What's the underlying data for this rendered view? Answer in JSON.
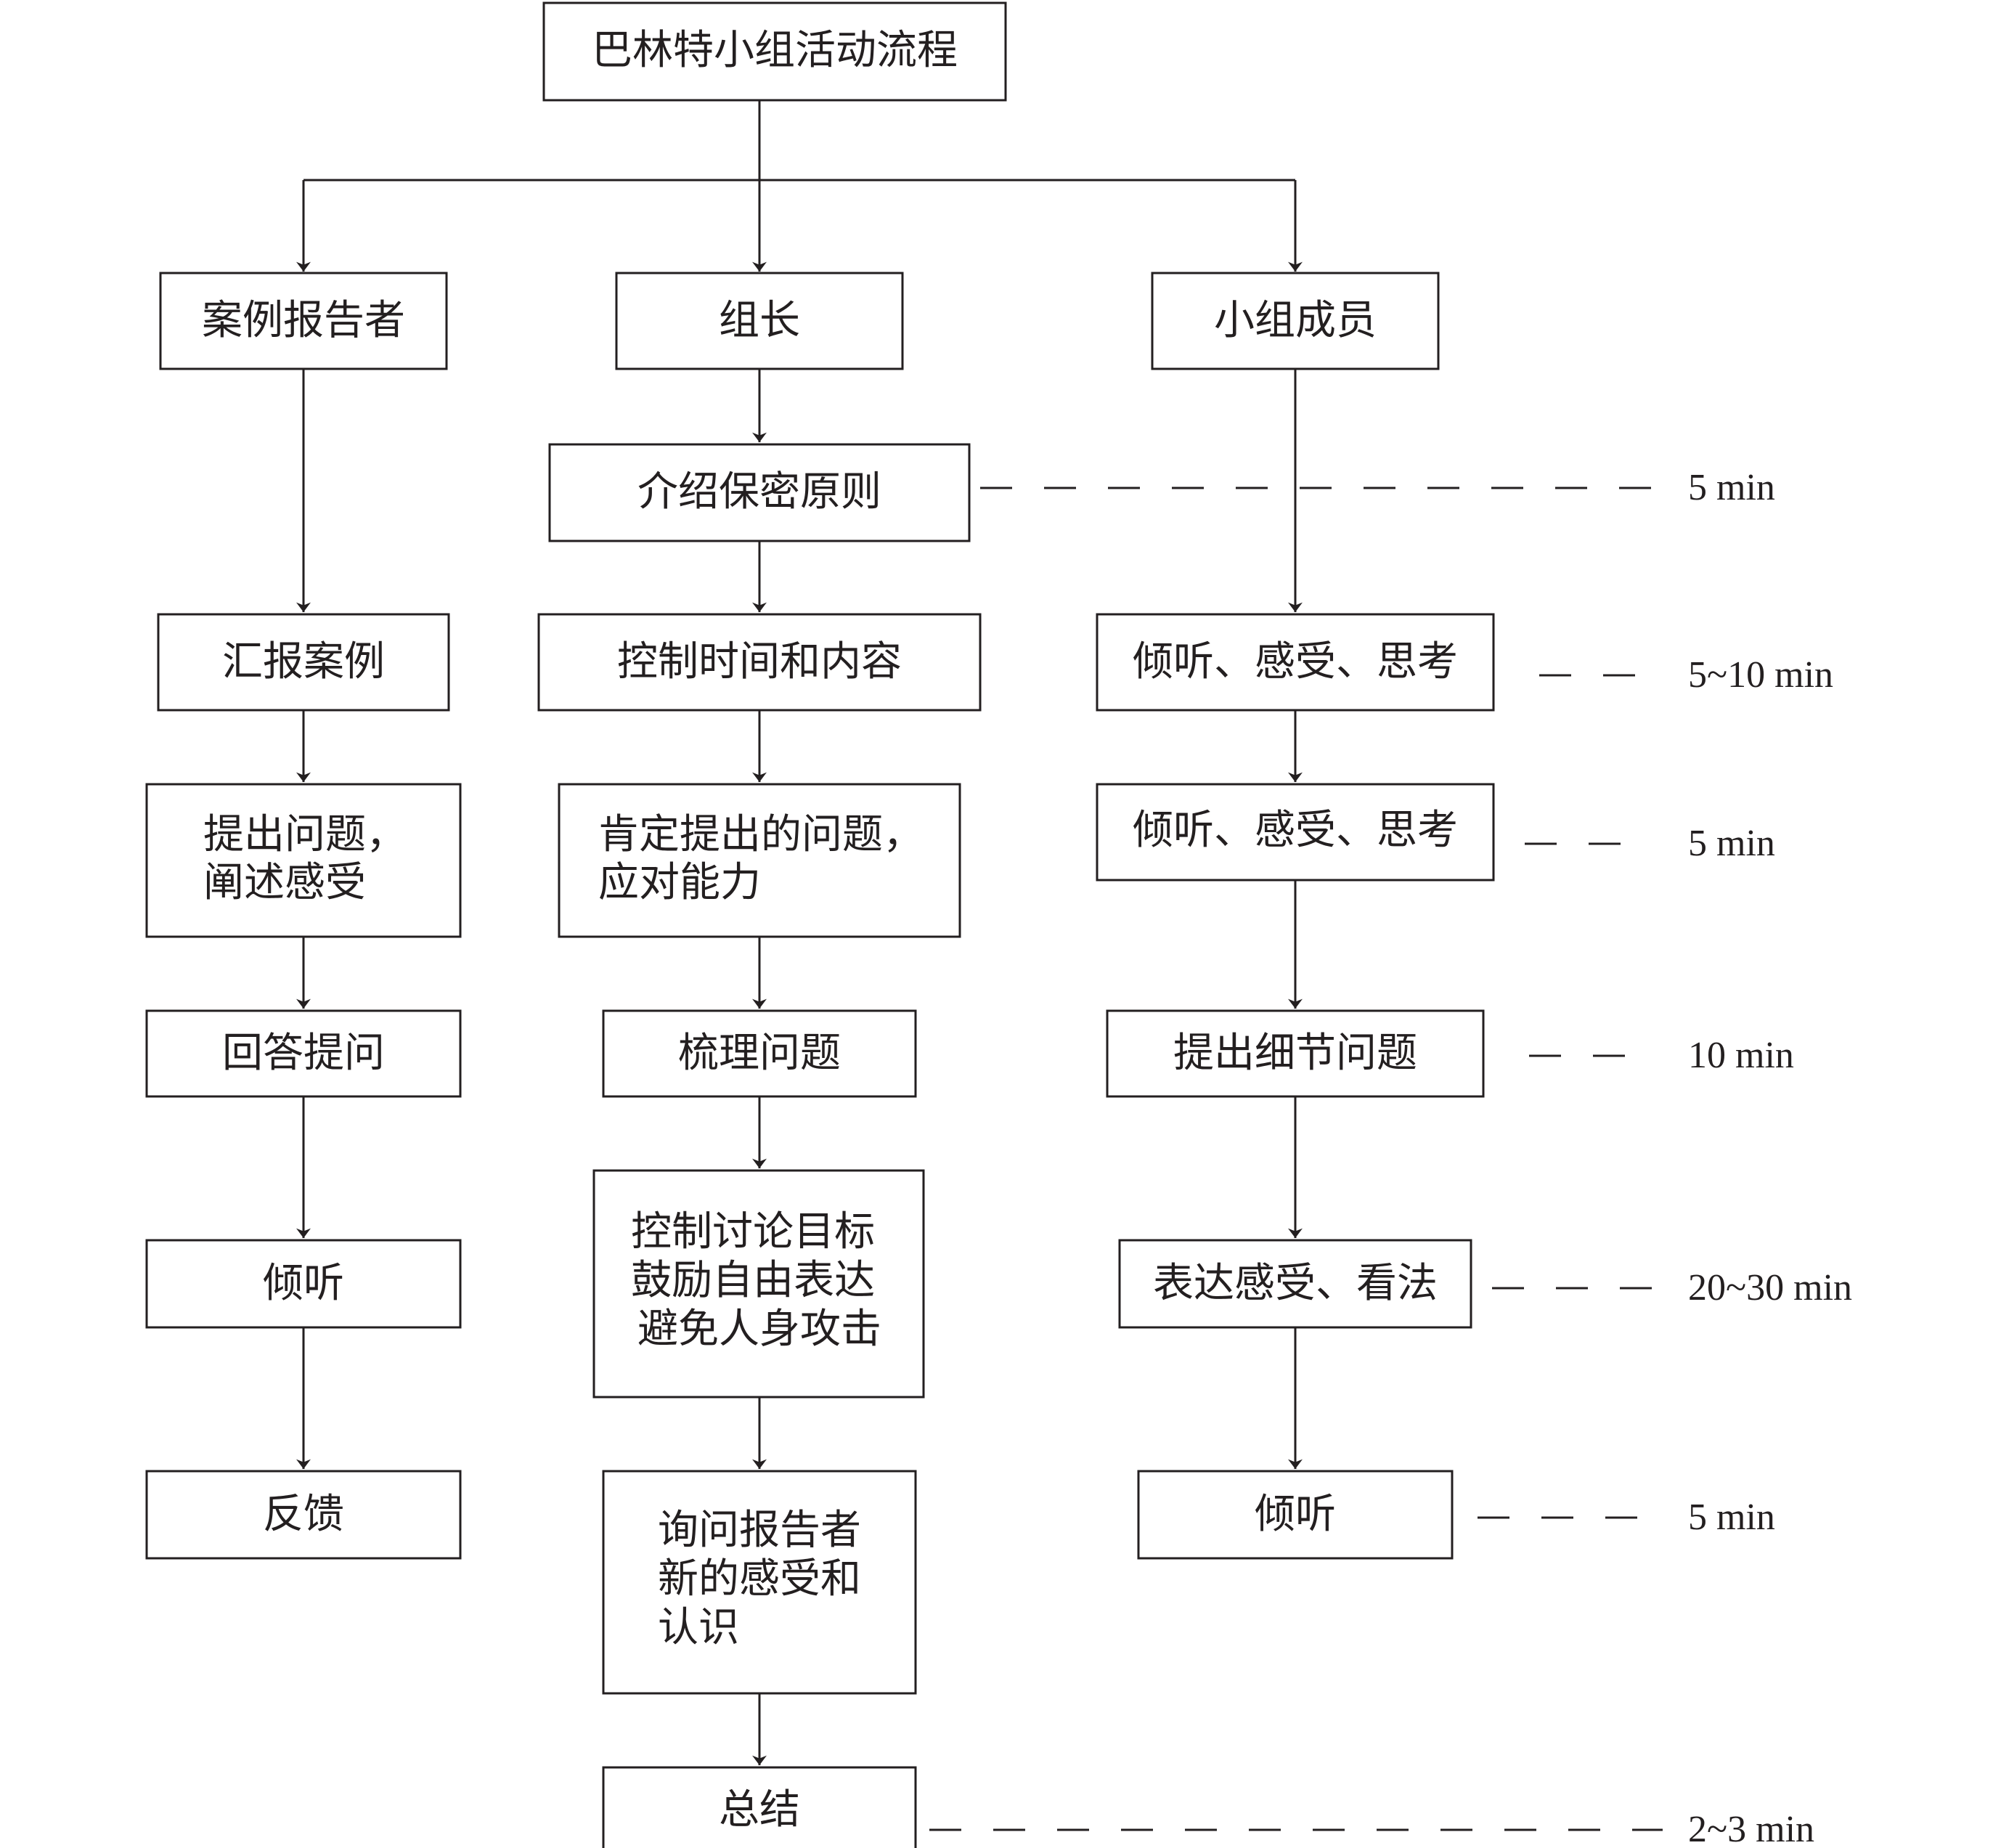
{
  "title": "巴林特小组活动流程",
  "roles": {
    "reporter": "案例报告者",
    "leader": "组长",
    "members": "小组成员"
  },
  "reporter_steps": [
    "汇报案例",
    "提出问题，阐述感受",
    "回答提问",
    "倾听",
    "反馈"
  ],
  "leader_steps": [
    "介绍保密原则",
    "控制时间和内容",
    "肯定提出的问题，应对能力",
    "梳理问题",
    "控制讨论目标鼓励自由表达避免人身攻击",
    "询问报告者新的感受和认识",
    "总结"
  ],
  "member_steps": [
    "倾听、感受、思考",
    "倾听、感受、思考",
    "提出细节问题",
    "表达感受、看法",
    "倾听"
  ],
  "timings": [
    "5 min",
    "5~10 min",
    "5 min",
    "10 min",
    "20~30 min",
    "5 min",
    "2~3 min"
  ]
}
